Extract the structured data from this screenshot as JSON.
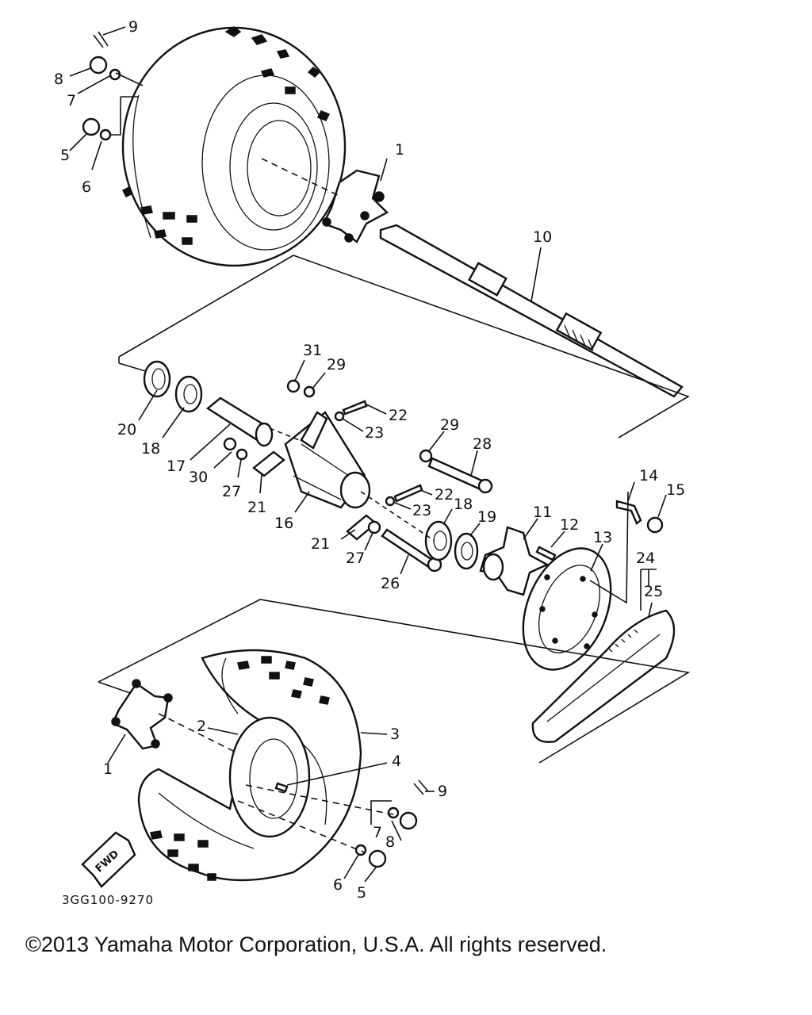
{
  "diagram": {
    "part_labels": [
      {
        "key": "p9_top",
        "text": "9"
      },
      {
        "key": "p8_top",
        "text": "8"
      },
      {
        "key": "p7_top",
        "text": "7"
      },
      {
        "key": "p5_top",
        "text": "5"
      },
      {
        "key": "p6_top",
        "text": "6"
      },
      {
        "key": "p1_top",
        "text": "1"
      },
      {
        "key": "p10",
        "text": "10"
      },
      {
        "key": "p31",
        "text": "31"
      },
      {
        "key": "p29_top",
        "text": "29"
      },
      {
        "key": "p20",
        "text": "20"
      },
      {
        "key": "p18_left",
        "text": "18"
      },
      {
        "key": "p17",
        "text": "17"
      },
      {
        "key": "p30",
        "text": "30"
      },
      {
        "key": "p27_left",
        "text": "27"
      },
      {
        "key": "p21_left",
        "text": "21"
      },
      {
        "key": "p16",
        "text": "16"
      },
      {
        "key": "p22_top",
        "text": "22"
      },
      {
        "key": "p23_top",
        "text": "23"
      },
      {
        "key": "p29_right",
        "text": "29"
      },
      {
        "key": "p28",
        "text": "28"
      },
      {
        "key": "p22_mid",
        "text": "22"
      },
      {
        "key": "p23_mid",
        "text": "23"
      },
      {
        "key": "p18_right",
        "text": "18"
      },
      {
        "key": "p19",
        "text": "19"
      },
      {
        "key": "p21_bottom",
        "text": "21"
      },
      {
        "key": "p27_bottom",
        "text": "27"
      },
      {
        "key": "p26",
        "text": "26"
      },
      {
        "key": "p11",
        "text": "11"
      },
      {
        "key": "p12",
        "text": "12"
      },
      {
        "key": "p13",
        "text": "13"
      },
      {
        "key": "p14",
        "text": "14"
      },
      {
        "key": "p15",
        "text": "15"
      },
      {
        "key": "p24",
        "text": "24"
      },
      {
        "key": "p25",
        "text": "25"
      },
      {
        "key": "p2",
        "text": "2"
      },
      {
        "key": "p3",
        "text": "3"
      },
      {
        "key": "p4",
        "text": "4"
      },
      {
        "key": "p1_bottom",
        "text": "1"
      },
      {
        "key": "p9_bottom",
        "text": "9"
      },
      {
        "key": "p7_bottom",
        "text": "7"
      },
      {
        "key": "p8_bottom",
        "text": "8"
      },
      {
        "key": "p6_bottom",
        "text": "6"
      },
      {
        "key": "p5_bottom",
        "text": "5"
      }
    ],
    "fwd_arrow_text": "FWD",
    "drawing_code": "3GG100-9270"
  },
  "copyright": "©2013 Yamaha Motor Corporation, U.S.A. All rights reserved."
}
